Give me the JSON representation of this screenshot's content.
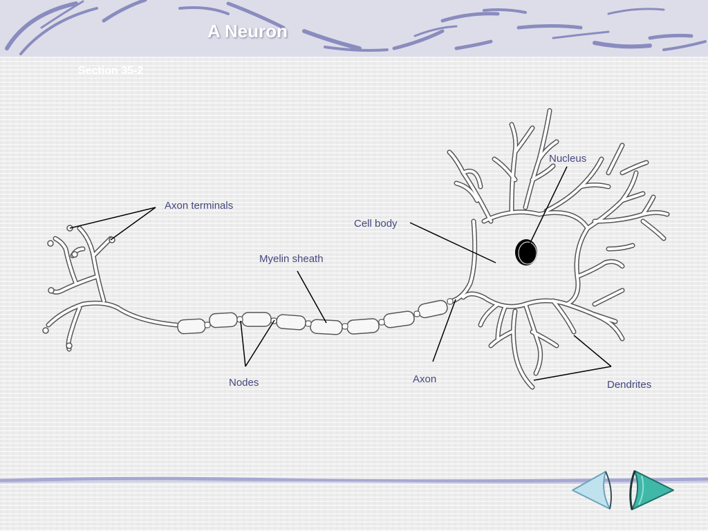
{
  "slide": {
    "title": "A Neuron",
    "section": "Section 35-2"
  },
  "labels": {
    "axon_terminals": "Axon terminals",
    "cell_body": "Cell body",
    "nucleus": "Nucleus",
    "myelin_sheath": "Myelin sheath",
    "nodes": "Nodes",
    "axon": "Axon",
    "dendrites": "Dendrites"
  },
  "navigation": {
    "previous_icon": "left-arrow-icon",
    "next_icon": "right-arrow-icon"
  },
  "colors": {
    "label_text": "#45477e",
    "header_band": "#dcdde8",
    "header_strokes": "#8a8cbf",
    "nucleus": "#000000",
    "prev_button": "#bfe2ee",
    "next_button": "#3fb8a8"
  }
}
